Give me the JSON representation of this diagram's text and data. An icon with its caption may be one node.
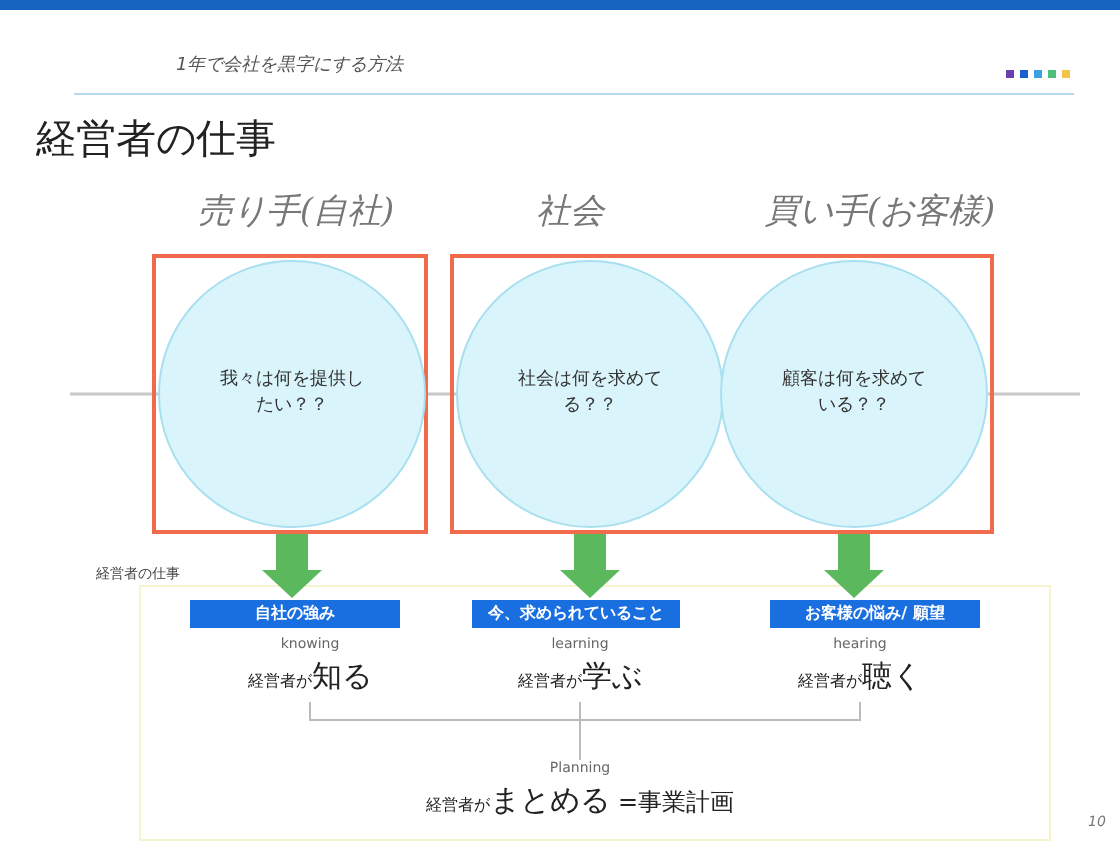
{
  "diagram": {
    "title": "経営者の仕事",
    "nodes": [
      {
        "text": [],
        "shape": "box"
      },
      {
        "text": [
          "我々は何を提供したい？？"
        ],
        "in": 0
      },
      {
        "text": [],
        "shape": "box"
      },
      {
        "text": [
          "社会は何を求めてる？？"
        ],
        "in": 2
      },
      {
        "text": [
          "顧客は何を求めている？？"
        ],
        "in": 2
      },
      {
        "text": [
          "自社の強み"
        ]
      },
      {
        "text": [
          "今、求められていること"
        ]
      },
      {
        "text": [
          "お客様の悩み/ 願望"
        ]
      },
      {
        "text": [
          "knowing",
          "経営者が",
          "知る"
        ]
      },
      {
        "text": [
          "learning",
          "経営者が",
          "学ぶ"
        ]
      },
      {
        "text": [
          "hearing",
          "経営者が",
          "聴く"
        ]
      },
      {
        "text": [
          "Planning",
          "経営者が",
          "まとめる",
          "=事業計画"
        ]
      }
    ],
    "edges": [
      {
        "from": 1,
        "to": 5,
        "arrow": "to",
        "style": "thick",
        "color": "#5cb85c"
      },
      {
        "from": 3,
        "to": 6,
        "arrow": "to",
        "style": "thick",
        "color": "#5cb85c"
      },
      {
        "from": 4,
        "to": 7,
        "arrow": "to",
        "style": "thick",
        "color": "#5cb85c"
      },
      {
        "from": 8,
        "to": 11,
        "arrow": "none"
      },
      {
        "from": 9,
        "to": 11,
        "arrow": "none"
      },
      {
        "from": 10,
        "to": 11,
        "arrow": "none"
      }
    ],
    "labels": [
      "1年で会社を黒字にする方法",
      "売り手(自社)",
      "社会",
      "買い手(お客様)",
      "経営者の仕事",
      "10"
    ]
  }
}
